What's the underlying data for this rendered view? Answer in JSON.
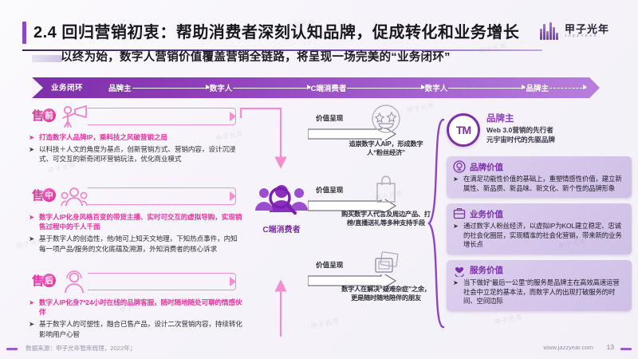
{
  "header": {
    "title": "2.4 回归营销初衷：帮助消费者深刻认知品牌，促成转化和业务增长",
    "logo_cn": "甲子光年",
    "logo_en": "JAZZYEAR",
    "accent_color": "#8b49c7"
  },
  "subtitle": "以终为始，数字人营销价值覆盖营销全链路，将呈现一场完美的“业务闭环”",
  "flow": {
    "label": "业务闭环",
    "steps": [
      "品牌主",
      "数字人",
      "C端消费者",
      "数字人",
      "品牌主"
    ],
    "band_color": "#8f3fb8"
  },
  "stages": [
    {
      "badge_char1": "售",
      "badge_char2": "前",
      "icon": "megaphone-person-icon",
      "primary": "打造数字人品牌IP，乘科技之风破营销之局",
      "secondary": "以科技＋人文的角度为基点，创新营销方式、营销内容，设计沉浸式、可交互的新奇闭环营销玩法，优化商业模式"
    },
    {
      "badge_char1": "售",
      "badge_char2": "中",
      "icon": "group-people-icon",
      "primary": "数字人IP化身风格百变的带货主播、实时可交互的虚拟导购，实现销售过程中的千人千面",
      "secondary": "基于数字人的创造性，他/她可上知天文地理，下知热点事件，内知每一项产品/服务的文化底蕴及溯源，外知消费者的核心诉求"
    },
    {
      "badge_char1": "售",
      "badge_char2": "后",
      "icon": "headset-person-icon",
      "primary": "数字人IP化身7*24小时在线的品牌客服，随时随地随处可聊的情感伙伴",
      "secondary": "基于数字人的可塑性，融合已售产品，设计二次营销内容，持续转化影响用户心智"
    }
  ],
  "center": {
    "consumer_label": "C端消费者",
    "consumer_icon": "consumer-search-icon",
    "flows": [
      {
        "label": "价值呈现",
        "icon": "star-face-icon",
        "text": "追崇数字人AIP，形成数字人“粉丝经济”"
      },
      {
        "label": "价值呈现",
        "icon": "shopping-bag-icon",
        "text": "购买数字人代言及周边产品、打榜/直播送礼等多种支持手段"
      },
      {
        "label": "价值呈现",
        "icon": "photo-cards-icon",
        "text": "数字人在解决“疑难杂症”之余，更是随时随地陪伴的朋友"
      }
    ]
  },
  "brand": {
    "badge": "TM",
    "title": "品牌主",
    "sub_line1": "Web 3.0营销的先行者",
    "sub_line2": "元宇宙时代的先驱品牌",
    "cards": [
      {
        "icon": "medal-icon",
        "title": "品牌价值",
        "text": "在满足功能性价值的基础上，重塑情感性价值，建立新属性、新品质、新品味、新文化、新个性的品牌形象"
      },
      {
        "icon": "briefcase-icon",
        "title": "业务价值",
        "text": "通过数字人粉丝经济，以虚拟IP为KOL建立稳定、忠诚的社会化圈层，实现精准的社会化营销，带来新的业务增长点"
      },
      {
        "icon": "heart-hand-icon",
        "title": "服务价值",
        "text": "当下做好“最后一公里”的服务是品牌主在高效高速运营社会中立足的基本法，而数字人的出现打破服务的时间、空间边际"
      }
    ]
  },
  "footer": {
    "source": "数据来源：甲子光年智库梳理，2022年；",
    "website": "www.jazzyear.com",
    "page": "13"
  },
  "watermark": "甲子光年"
}
